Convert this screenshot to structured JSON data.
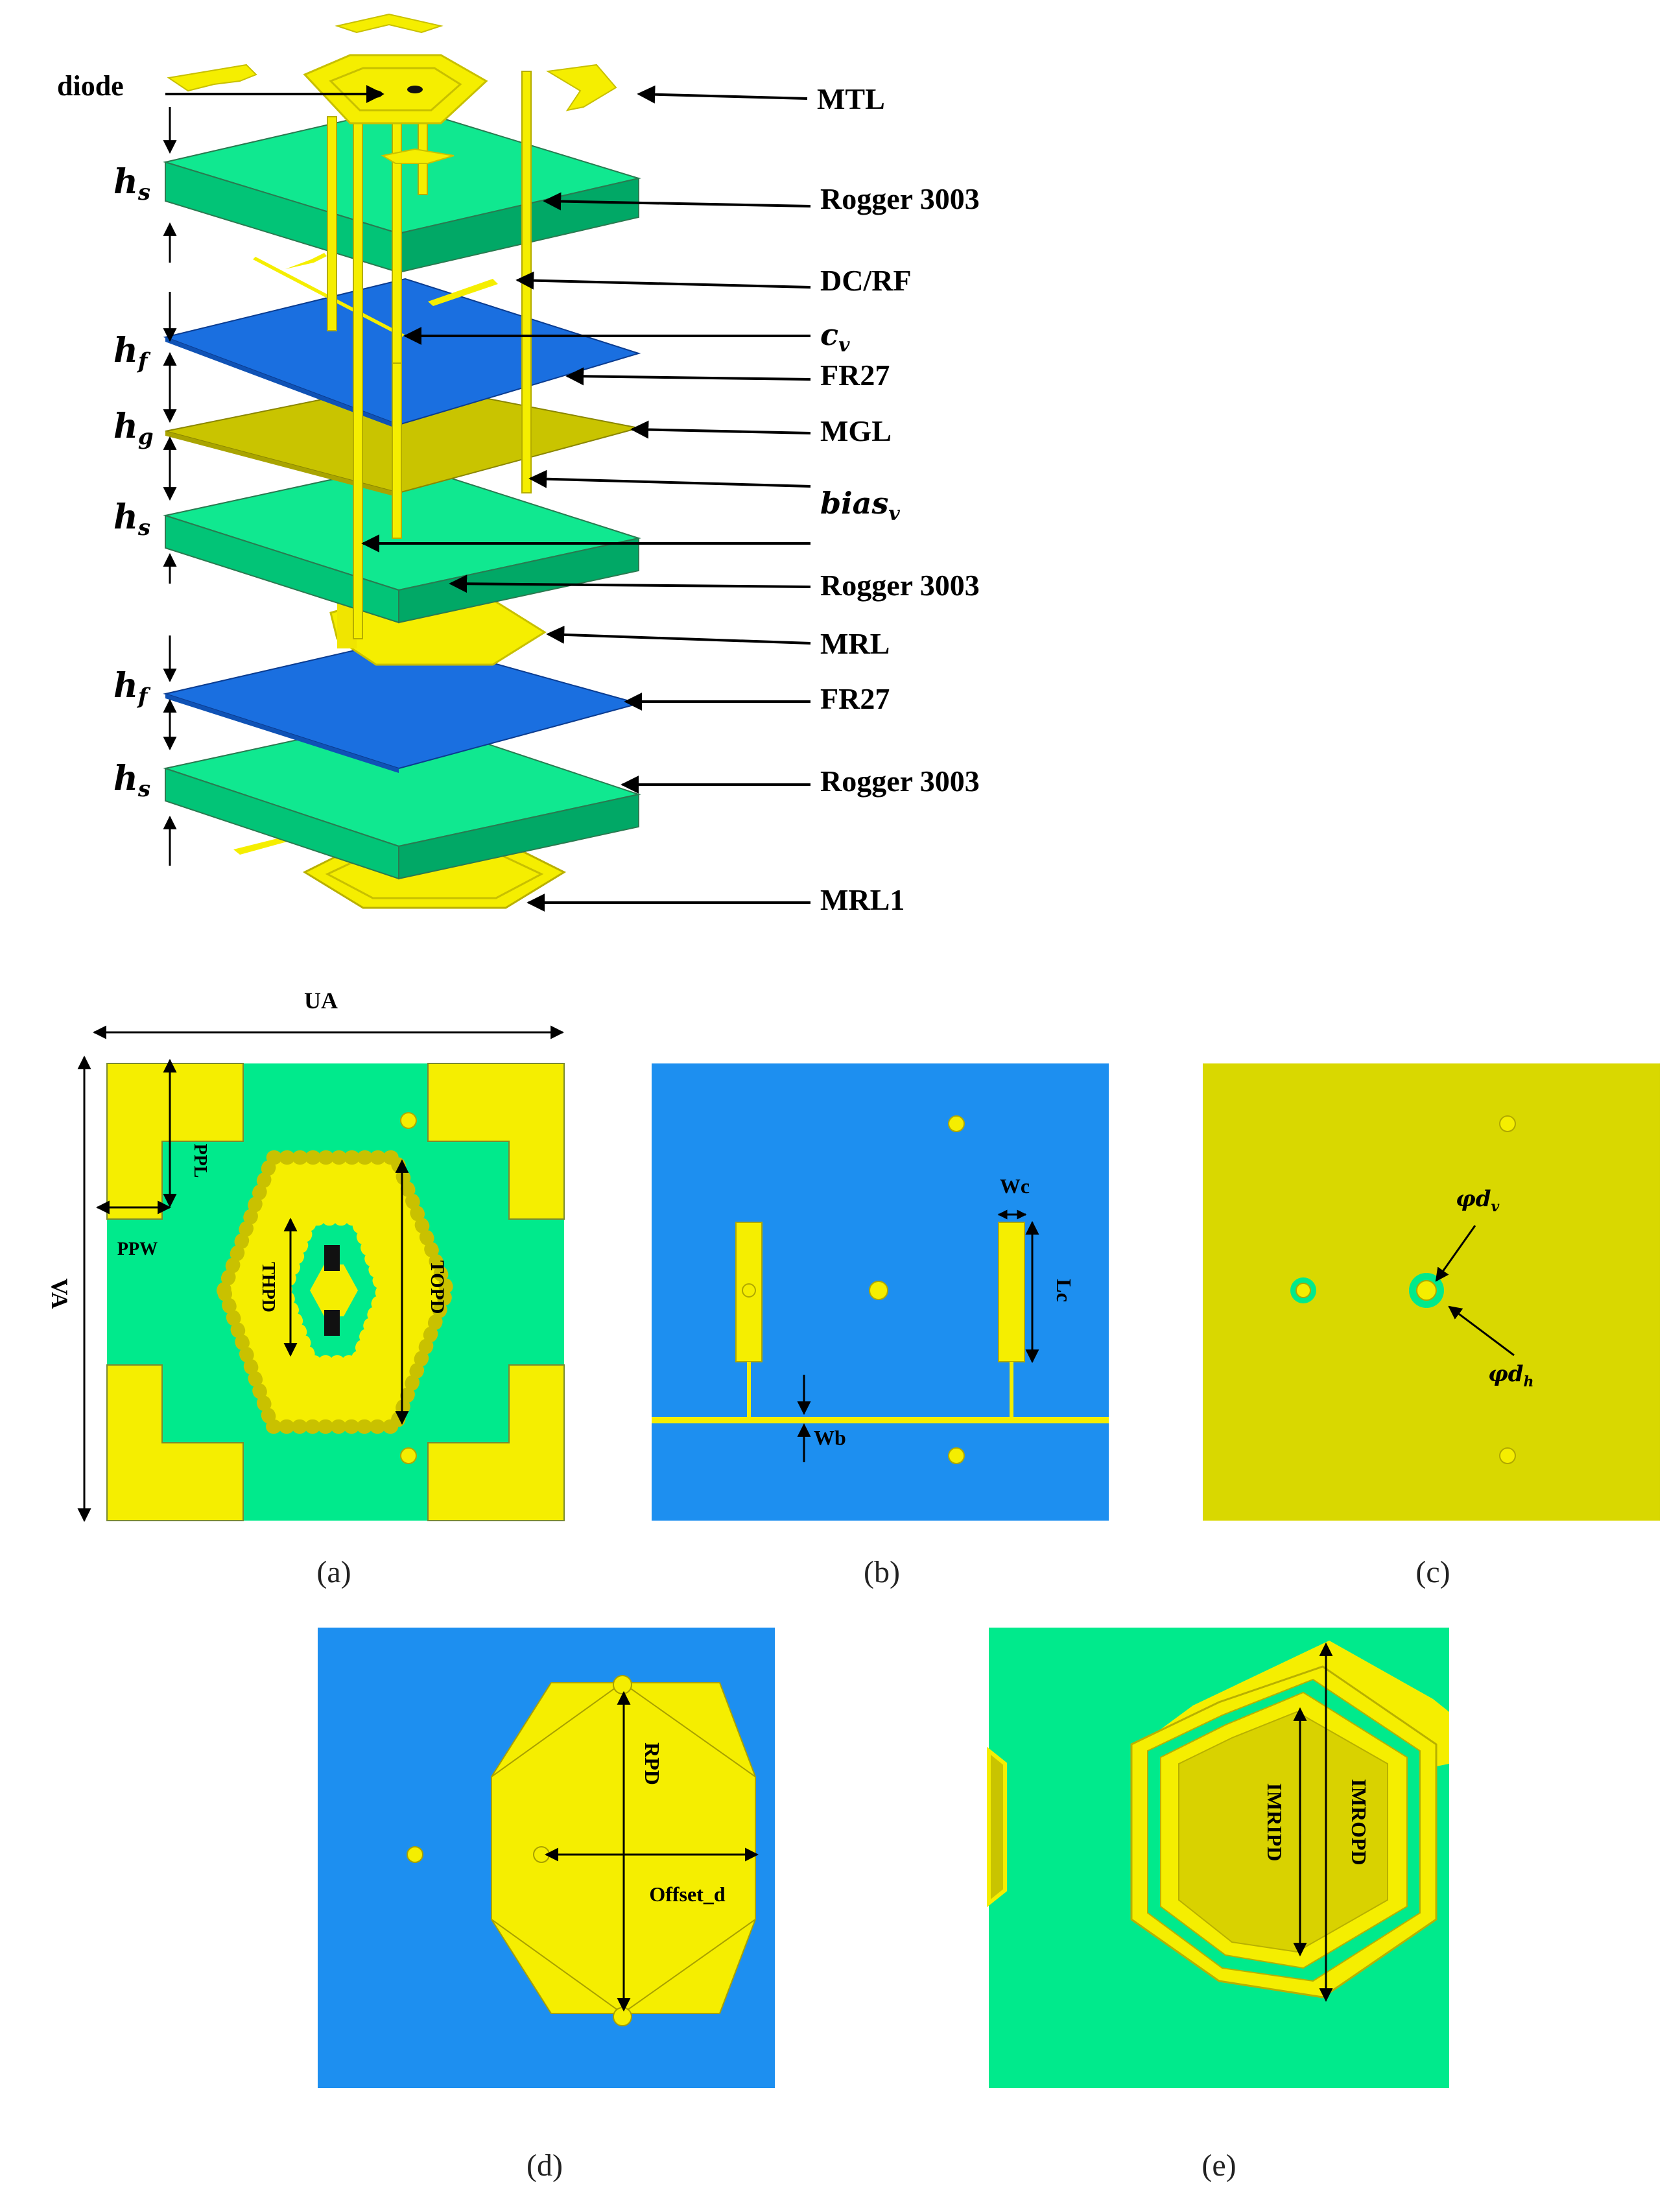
{
  "stack": {
    "labels": {
      "diode": "diode",
      "mtl": "MTL",
      "rogger_1": "Rogger 3003",
      "dcrf": "DC/RF",
      "cv": "c",
      "cv_sub": "v",
      "fr27_1": "FR27",
      "mgl": "MGL",
      "bias": "bias",
      "bias_sub": "v",
      "rogger_2": "Rogger 3003",
      "mrl": "MRL",
      "fr27_2": "FR27",
      "rogger_3": "Rogger 3003",
      "mrl1": "MRL1"
    },
    "heights": [
      {
        "main": "h",
        "sub": "s"
      },
      {
        "main": "h",
        "sub": "f"
      },
      {
        "main": "h",
        "sub": "g"
      },
      {
        "main": "h",
        "sub": "s"
      },
      {
        "main": "h",
        "sub": "f"
      },
      {
        "main": "h",
        "sub": "s"
      }
    ]
  },
  "panels": {
    "a": {
      "caption": "(a)",
      "ua": "UA",
      "va": "VA",
      "ppl": "PPL",
      "ppw": "PPW",
      "thpd": "THPD",
      "topd": "TOPD"
    },
    "b": {
      "caption": "(b)",
      "wc": "Wc",
      "lc": "Lc",
      "wb": "Wb"
    },
    "c": {
      "caption": "(c)",
      "phi": "φd",
      "sub_v": "v",
      "sub_h": "h"
    },
    "d": {
      "caption": "(d)",
      "rpd": "RPD",
      "offset": "Offset_d"
    },
    "e": {
      "caption": "(e)",
      "imripd": "IMRIPD",
      "imropd": "IMROPD"
    }
  },
  "colors": {
    "rogers_green": "#00e888",
    "fr27_blue": "#1177e0",
    "mgl_olive": "#c9c400",
    "metal_yellow": "#f5ee00",
    "panel_green": "#00ea8c",
    "panel_blue": "#1d8ff0",
    "panel_olive": "#d9d800"
  }
}
